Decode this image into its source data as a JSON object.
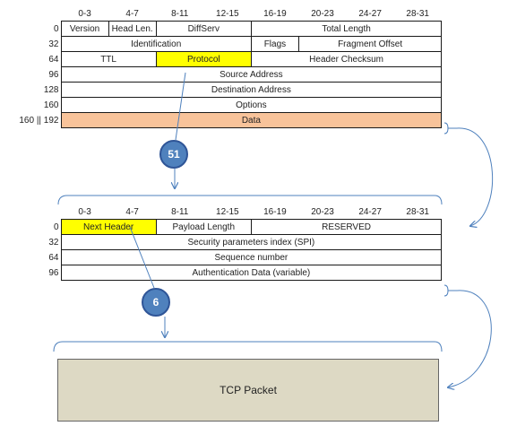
{
  "ipv4_header": {
    "bit_columns": [
      "0-3",
      "4-7",
      "8-11",
      "12-15",
      "16-19",
      "20-23",
      "24-27",
      "28-31"
    ],
    "rows": [
      {
        "offset": "0",
        "fields": [
          {
            "label": "Version",
            "span": 1
          },
          {
            "label": "Head Len.",
            "span": 1
          },
          {
            "label": "DiffServ",
            "span": 2
          },
          {
            "label": "Total Length",
            "span": 4
          }
        ]
      },
      {
        "offset": "32",
        "fields": [
          {
            "label": "Identification",
            "span": 4
          },
          {
            "label": "Flags",
            "span": 1
          },
          {
            "label": "Fragment Offset",
            "span": 3
          }
        ]
      },
      {
        "offset": "64",
        "fields": [
          {
            "label": "TTL",
            "span": 2
          },
          {
            "label": "Protocol",
            "span": 2,
            "highlight": "yellow"
          },
          {
            "label": "Header Checksum",
            "span": 4
          }
        ]
      },
      {
        "offset": "96",
        "fields": [
          {
            "label": "Source Address",
            "span": 8
          }
        ]
      },
      {
        "offset": "128",
        "fields": [
          {
            "label": "Destination Address",
            "span": 8
          }
        ]
      },
      {
        "offset": "160",
        "fields": [
          {
            "label": "Options",
            "span": 8
          }
        ]
      },
      {
        "offset": "160 || 192",
        "fields": [
          {
            "label": "Data",
            "span": 8,
            "highlight": "orange"
          }
        ]
      }
    ]
  },
  "protocol_badge": "51",
  "ah_header": {
    "bit_columns": [
      "0-3",
      "4-7",
      "8-11",
      "12-15",
      "16-19",
      "20-23",
      "24-27",
      "28-31"
    ],
    "rows": [
      {
        "offset": "0",
        "fields": [
          {
            "label": "Next Header",
            "span": 2,
            "highlight": "yellow"
          },
          {
            "label": "Payload Length",
            "span": 2
          },
          {
            "label": "RESERVED",
            "span": 4
          }
        ]
      },
      {
        "offset": "32",
        "fields": [
          {
            "label": "Security parameters index (SPI)",
            "span": 8
          }
        ]
      },
      {
        "offset": "64",
        "fields": [
          {
            "label": "Sequence number",
            "span": 8
          }
        ]
      },
      {
        "offset": "96",
        "fields": [
          {
            "label": "Authentication Data (variable)",
            "span": 8
          }
        ]
      }
    ]
  },
  "next_header_badge": "6",
  "tcp_packet_label": "TCP Packet",
  "colors": {
    "highlight_yellow": "#ffff00",
    "highlight_orange": "#f8c39a",
    "badge_fill": "#4f81bd",
    "arrow": "#4f81bd",
    "tcp_fill": "#ddd9c4"
  }
}
